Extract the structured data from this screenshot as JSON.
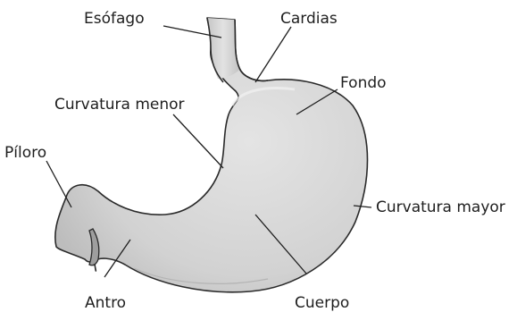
{
  "diagram": {
    "labels": {
      "esofago": "Esófago",
      "cardias": "Cardias",
      "fondo": "Fondo",
      "curvatura_menor": "Curvatura menor",
      "piloro": "Píloro",
      "curvatura_mayor": "Curvatura mayor",
      "antro": "Antro",
      "cuerpo": "Cuerpo"
    }
  }
}
